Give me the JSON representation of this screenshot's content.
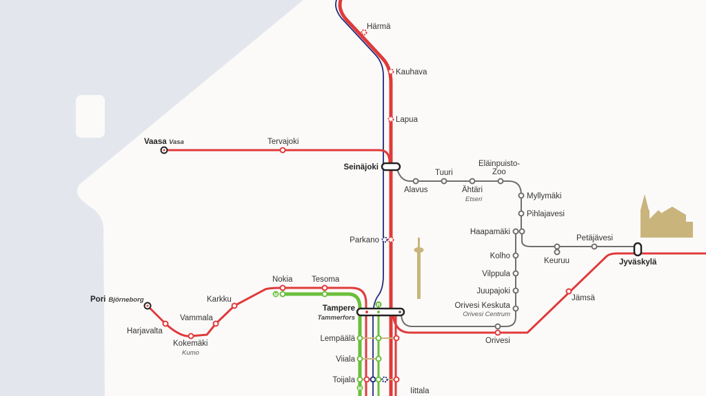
{
  "colors": {
    "sea": "#e3e7ed",
    "land": "#fbfaf9",
    "red": "#e03a3a",
    "blue": "#1f2a7a",
    "green": "#6abf3a",
    "grey": "#6e6e6e",
    "landmark": "#c9b47c"
  },
  "stations": {
    "harma": "Härmä",
    "kauhava": "Kauhava",
    "lapua": "Lapua",
    "vaasa": "Vaasa",
    "vaasa_sv": "Vasa",
    "tervajoki": "Tervajoki",
    "seinajoki": "Seinäjoki",
    "alavus": "Alavus",
    "tuuri": "Tuuri",
    "ahtari": "Ähtäri",
    "ahtari_sv": "Etseri",
    "elainpuisto1": "Eläinpuisto-",
    "elainpuisto2": "Zoo",
    "myllymaki": "Myllymäki",
    "pihlajavesi": "Pihlajavesi",
    "haapamaki": "Haapamäki",
    "keuruu": "Keuruu",
    "petajavesi": "Petäjävesi",
    "jyvaskyla": "Jyväskylä",
    "kolho": "Kolho",
    "vilppula": "Vilppula",
    "juupajoki": "Juupajoki",
    "orivesi_keskuta": "Orivesi Keskuta",
    "orivesi_centrum": "Orivesi Centrum",
    "orivesi": "Orivesi",
    "jamsa": "Jämsä",
    "parkano": "Parkano",
    "tampere": "Tampere",
    "tampere_sv": "Tammerfors",
    "nokia": "Nokia",
    "tesoma": "Tesoma",
    "pori": "Pori",
    "pori_sv": "Björneborg",
    "harjavalta": "Harjavalta",
    "kokemaki": "Kokemäki",
    "kokemaki_sv": "Kumo",
    "vammala": "Vammala",
    "karkku": "Karkku",
    "lempaala": "Lempäälä",
    "viiala": "Viiala",
    "toijala": "Toijala",
    "iittala": "Iittala"
  },
  "badges": {
    "r": "R",
    "m": "M"
  }
}
